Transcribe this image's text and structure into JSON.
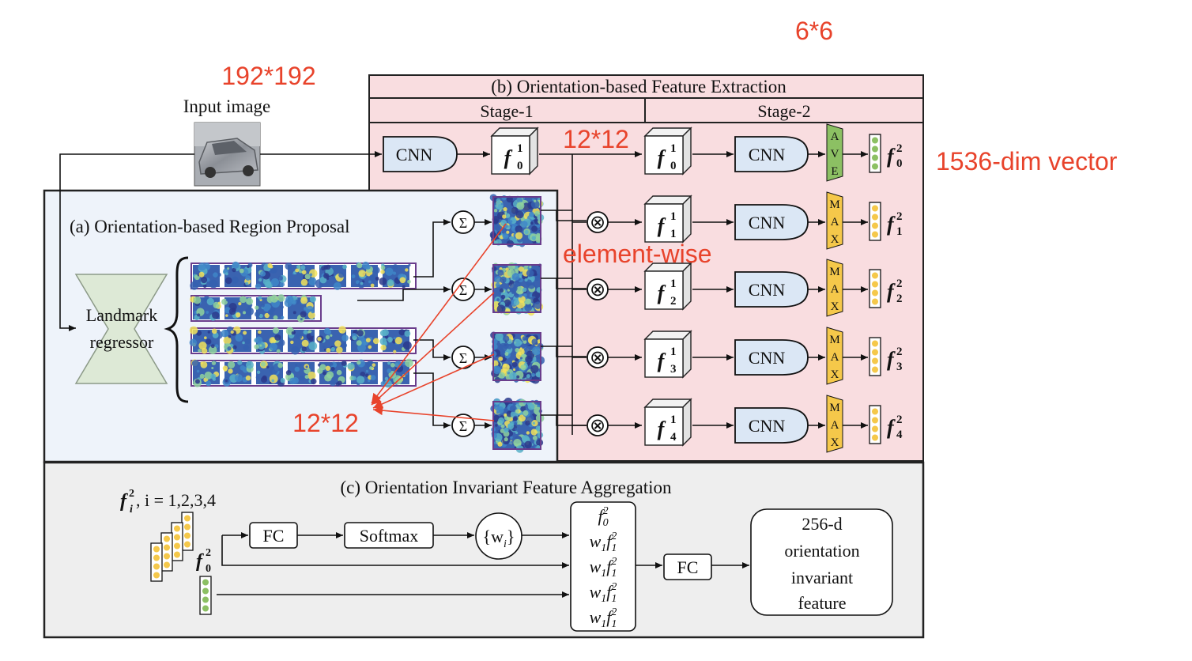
{
  "annotations": {
    "input_size": "192*192",
    "stage2_size": "6*6",
    "stage1_size": "12*12",
    "vector_dim": "1536-dim vector",
    "elementwise": "element-wise",
    "heatmap_size": "12*12",
    "color": "#e8432b"
  },
  "input_label": "Input image",
  "panel_a": {
    "title": "(a) Orientation-based Region Proposal",
    "regressor_line1": "Landmark",
    "regressor_line2": "regressor",
    "sum_symbol": "Σ",
    "heatmap_rows": [
      7,
      4,
      7,
      7
    ]
  },
  "panel_b": {
    "title": "(b) Orientation-based Feature Extraction",
    "stage1": "Stage-1",
    "stage2": "Stage-2",
    "cnn": "CNN",
    "stage1_feature": {
      "base": "f",
      "sub": "0",
      "sup": "1"
    },
    "stage1_features": [
      {
        "base": "f",
        "sub": "0",
        "sup": "1"
      },
      {
        "base": "f",
        "sub": "1",
        "sup": "1"
      },
      {
        "base": "f",
        "sub": "2",
        "sup": "1"
      },
      {
        "base": "f",
        "sub": "3",
        "sup": "1"
      },
      {
        "base": "f",
        "sub": "4",
        "sup": "1"
      }
    ],
    "pool_labels": [
      [
        "A",
        "V",
        "E"
      ],
      [
        "M",
        "A",
        "X"
      ],
      [
        "M",
        "A",
        "X"
      ],
      [
        "M",
        "A",
        "X"
      ],
      [
        "M",
        "A",
        "X"
      ]
    ],
    "stage2_features": [
      {
        "base": "f",
        "sub": "0",
        "sup": "2"
      },
      {
        "base": "f",
        "sub": "1",
        "sup": "2"
      },
      {
        "base": "f",
        "sub": "2",
        "sup": "2"
      },
      {
        "base": "f",
        "sub": "3",
        "sup": "2"
      },
      {
        "base": "f",
        "sub": "4",
        "sup": "2"
      }
    ],
    "multiply_symbol": "⊗",
    "colors": {
      "panel": "#f9dde0",
      "ave": "#8cc063",
      "max": "#f5c84a",
      "cnn": "#dbe7f5",
      "vector_green": "#8cc063",
      "vector_yellow": "#f5c84a"
    }
  },
  "panel_c": {
    "title": "(c) Orientation Invariant Feature Aggregation",
    "input_label": {
      "base": "f",
      "sub": "i",
      "sup": "2",
      "rest": ", i = 1,2,3,4"
    },
    "f0_label": {
      "base": "f",
      "sub": "0",
      "sup": "2"
    },
    "fc": "FC",
    "softmax": "Softmax",
    "weights": "{w",
    "weights_sub": "i",
    "weights_close": "}",
    "concat_items": [
      {
        "w": "",
        "base": "f",
        "sub": "0",
        "sup": "2"
      },
      {
        "w": "w",
        "wsub": "1",
        "base": "f",
        "sub": "1",
        "sup": "2"
      },
      {
        "w": "w",
        "wsub": "1",
        "base": "f",
        "sub": "1",
        "sup": "2"
      },
      {
        "w": "w",
        "wsub": "1",
        "base": "f",
        "sub": "1",
        "sup": "2"
      },
      {
        "w": "w",
        "wsub": "1",
        "base": "f",
        "sub": "1",
        "sup": "2"
      }
    ],
    "output_lines": [
      "256-d",
      "orientation",
      "invariant",
      "feature"
    ]
  }
}
